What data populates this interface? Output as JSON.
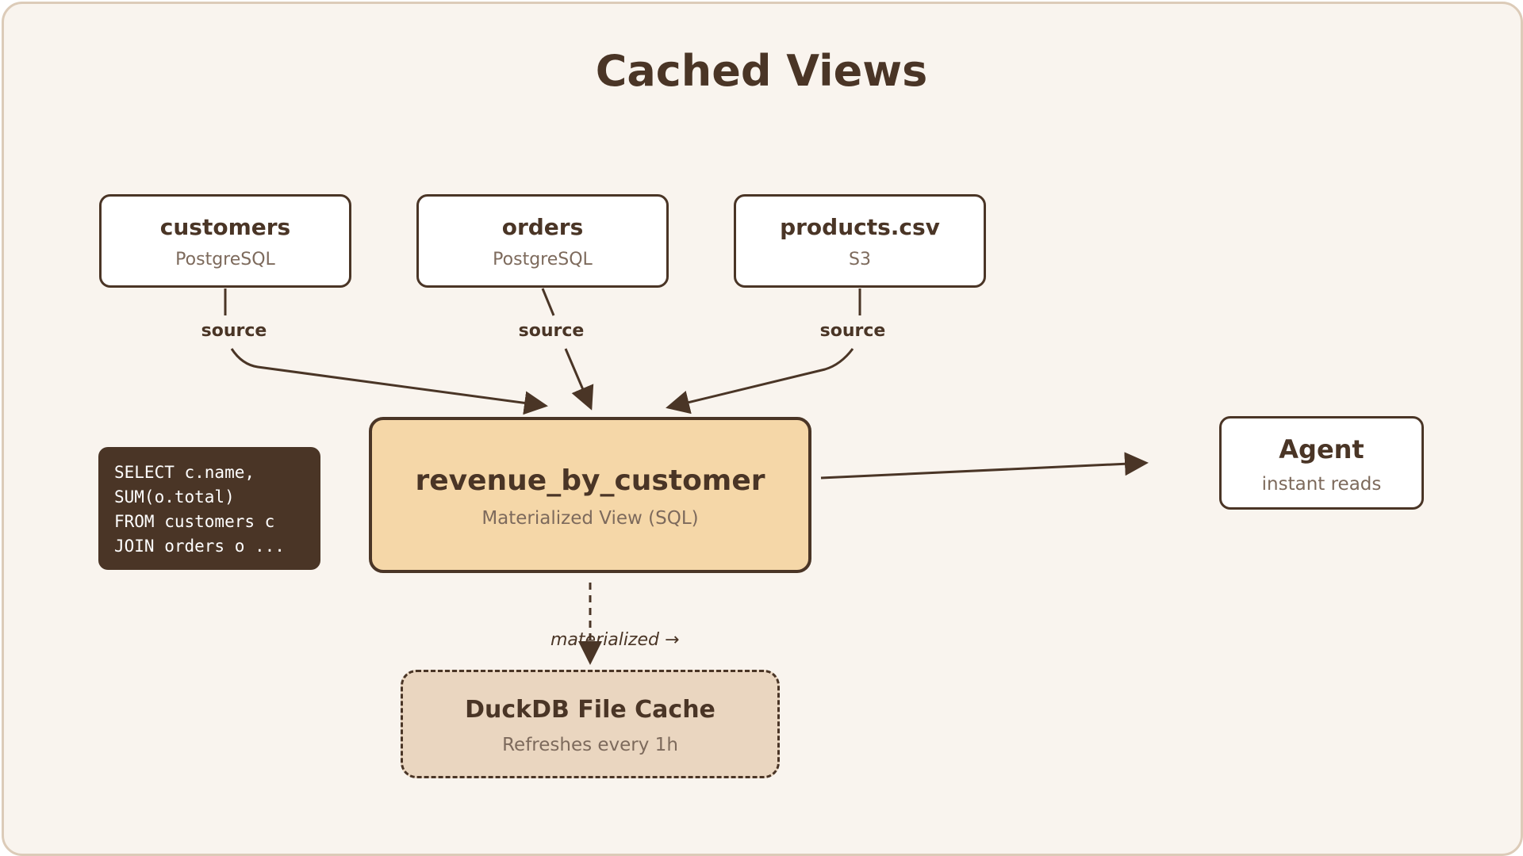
{
  "title": "Cached Views",
  "sources": [
    {
      "name": "customers",
      "type": "PostgreSQL"
    },
    {
      "name": "orders",
      "type": "PostgreSQL"
    },
    {
      "name": "products.csv",
      "type": "S3"
    }
  ],
  "view": {
    "name": "revenue_by_customer",
    "type": "Materialized View (SQL)"
  },
  "agent": {
    "name": "Agent",
    "desc": "instant reads"
  },
  "cache": {
    "name": "DuckDB File Cache",
    "desc": "Refreshes every 1h"
  },
  "sql_lines": [
    "SELECT c.name,",
    "SUM(o.total)",
    "FROM customers c",
    "JOIN orders o ..."
  ],
  "edge_labels": {
    "source": "source",
    "materialized": "materialized →"
  },
  "colors": {
    "ink": "#4a3526",
    "view_fill": "#f5d7a8",
    "cache_fill": "#ead6c0",
    "background": "#f9f4ee"
  }
}
